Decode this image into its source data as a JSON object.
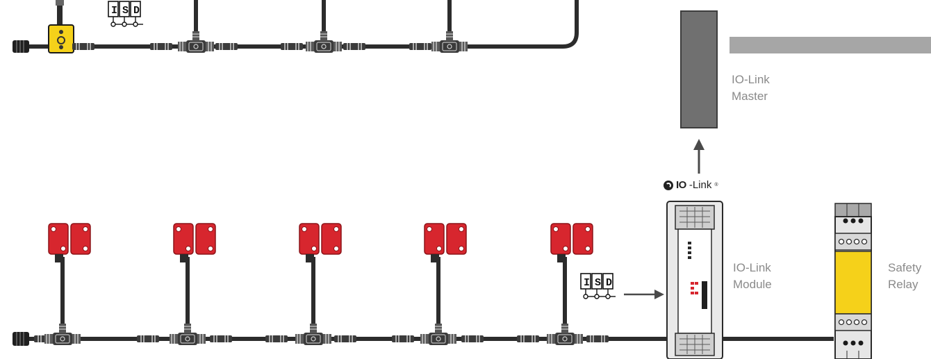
{
  "labels": {
    "iolink_master": [
      "IO-Link",
      "Master"
    ],
    "iolink_module": [
      "IO-Link",
      "Module"
    ],
    "safety_relay": [
      "Safety",
      "Relay"
    ]
  },
  "iolink_logo": {
    "io_text": "IO",
    "link_text": "-Link",
    "reg_mark": "®"
  },
  "isd_badge": {
    "letters": [
      "I",
      "S",
      "D"
    ]
  },
  "colors": {
    "sensor_red": "#d7262e",
    "cable_dark": "#2c2c2c",
    "master_gray": "#707070",
    "relay_yellow": "#f5d11a",
    "label_gray": "#8a8a8a",
    "bar_gray": "#a6a6a6",
    "module_light": "#e9e9e9"
  },
  "icons": [
    "iolink-logo-icon",
    "isd-badge-icon",
    "arrow-up-icon",
    "arrow-right-icon"
  ]
}
